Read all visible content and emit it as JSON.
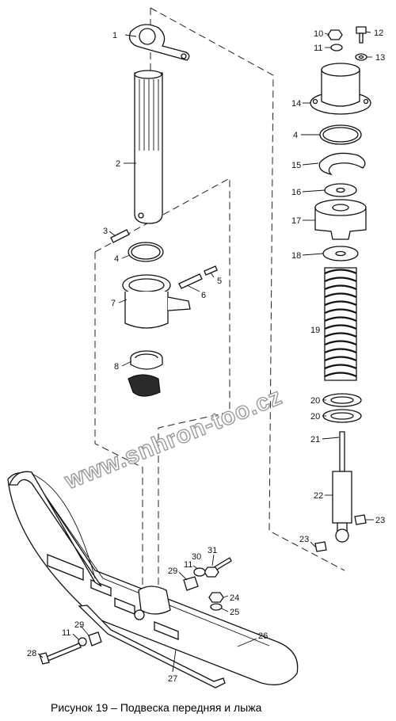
{
  "caption": "Рисунок 19 – Подвеска передняя и лыжа",
  "watermark": "www.snhron-too.cz",
  "callouts": {
    "n1": "1",
    "n2": "2",
    "n3": "3",
    "n4a": "4",
    "n5": "5",
    "n6": "6",
    "n7": "7",
    "n8": "8",
    "n10": "10",
    "n12": "12",
    "n11a": "11",
    "n13": "13",
    "n14": "14",
    "n4b": "4",
    "n15": "15",
    "n16": "16",
    "n17": "17",
    "n18": "18",
    "n19": "19",
    "n20a": "20",
    "n20b": "20",
    "n21": "21",
    "n22": "22",
    "n23a": "23",
    "n23b": "23",
    "n30": "30",
    "n31": "31",
    "n29a": "29",
    "n11b": "11",
    "n24": "24",
    "n25": "25",
    "n26": "26",
    "n29b": "29",
    "n11c": "11",
    "n28": "28",
    "n27": "27"
  }
}
